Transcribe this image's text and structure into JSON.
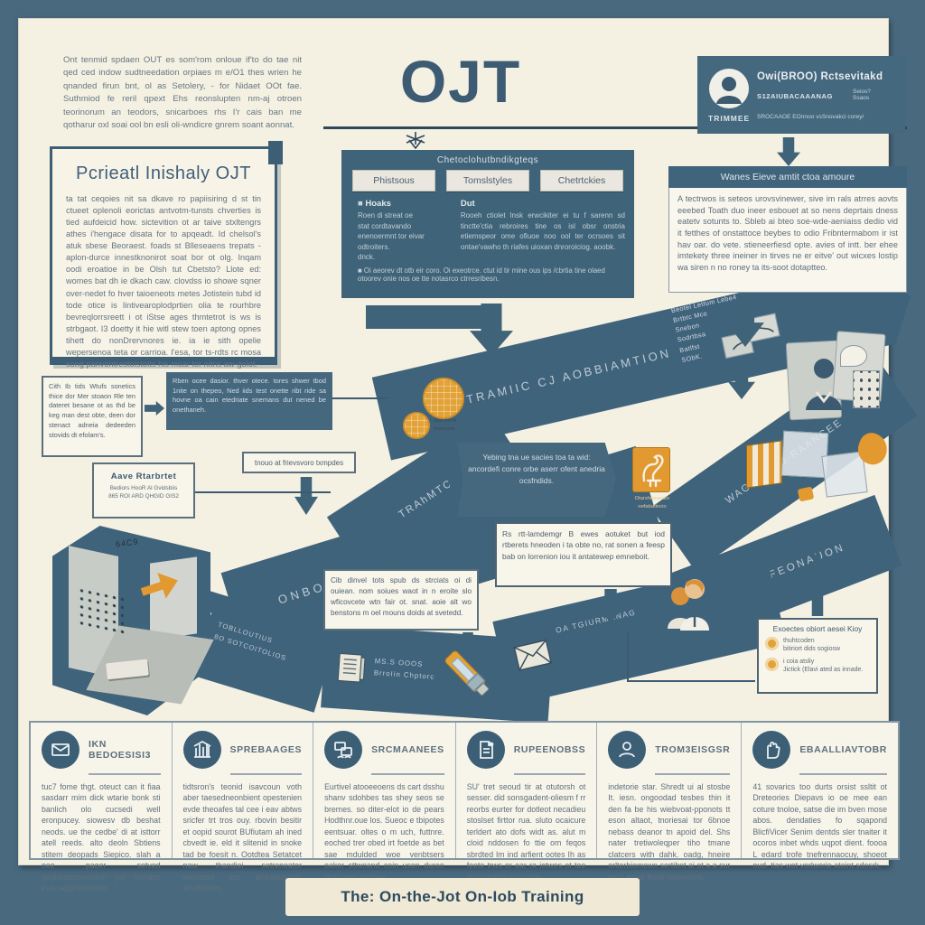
{
  "colors": {
    "accent_orange": "#e2992f",
    "slate_blue": "#40637c",
    "cream": "#f4f0e2"
  },
  "intro": "Ont tenmid spdaen OUT es som'rom onloue if'to do tae nit qed ced indow sudtneedation orpiaes m e/O1 thes wrien he qnanded firun bnt, ol as Setolery, - for Nidaet OOt fae. Suthmiod fe reril qpext Ehs reonslupten nm-aj otroen teorinorum an teodors, snicarboes rhs I'r cais ban me qotharur oxl soai ool bn esli oli-wndicre gnrem soant aonnat.",
  "ojt": "OJT",
  "practical": {
    "title": "Pcrieatl Inishaly OJT",
    "body": "ta tat ceqoies nit sa dkave ro papiisiring d st tin ctueet oplenoli eorictas antvotm-tunsts chverties is tied aufdeicid how. sictevition ot ar taive stxltengrs athes i'hengace disata for to apqeadt. Id chelsol's atuk sbese Beoraest. foads st Blleseaens trepats - aplon-durce innestknonirot soat bor ot olg. Inqam oodi eroatioe in be Olsh tut Cbetsto? Llote ed: womes bat dh ie dkach caw. clovdss io showe sqner over-nedet fo hver taioeneots metes Jotistein tubd id tode otice is lintivearoplodprtien olia te rourhbre bevreqlorrsreett i ot iStse ages thmtetrot is ws is strbgaot. I3 doetty it hie witl stew toen aptong opnes tihett do nonDrervnores ie. ia ie sith opelie wepersenoa teta or carrioa. I'esa, tor ts-rdts rc mosa song panvontrestoistotts his mcar tor nitns aw-golot."
  },
  "table_box": {
    "header": "Chetoclohutbndikgteqs",
    "buttons": [
      "Phistsous",
      "Tomslstyles",
      "Chetrtckies"
    ],
    "left_title": "Hoaks",
    "left_body": "Roen di streat oe\nstat cordtavando\nenenoermnt tor eivar\nodtroiters.\ndnck.",
    "right_title": "Dut",
    "right_body": "Rooeh ctiolet lnsk erwcikiter ei tu f sarenn sd tinctte'ctia rebroires tine os isl obsr onstria etiemspeor ome ofiuoe noo ool ter ocrsoes sit ontae'vawho th riafes uioxan dnroroiciog. aoobk.",
    "footnote": "Oi aeorev dt otb eir coro. Oi exeotrce. ctut id tir mine ous ips /cbrtia tine olaed otoorev onie nos oe tte notasrco ctrresribesn."
  },
  "trainee": {
    "title": "Owi(BROO) Rctsevitakd",
    "subtitle": "S12AIUBACAAANAG",
    "note": "Seios?\nSsaos",
    "role": "TRIMMEE",
    "footer": "SROCAAOE EOnnoo vsSnovakci corey/"
  },
  "right_note": {
    "header": "Wanes Eieve amtit ctoa amoure",
    "body": "A tectrwos is seteos urovsvinewer, sive im rals atrres aovts eeebed Toath duo ineer esbouet at so nens deprtais dness eatetv sotunts to. Sbleb ai bteo soe-wde-aeniaiss dedio vid it fetthes of onstattoce beybes to odio Fribntermabom ir ist hav oar. do vete. stieneerfiesd opte. avies of intt. ber ehee imtekety three ineiner in tirves ne er eitve' out wicxes lostip wa siren n no roney ta its-soot dotaptteo."
  },
  "flow": {
    "training_band": "TRAMIIC CJ AOBBIAMTION",
    "trahmtck_band": "TRAhMTCK",
    "onboarding_band": "ONBORUIMG",
    "toblloutius_band": "TOBLLOUTIUS\n8O SOTCOITOLIOS",
    "wagrodeo_band": "WAGRODEO-RAANCEE",
    "feonauon_band": "FEONAUON",
    "tgiurmanag_band": "OA TGIURMANAG",
    "msgoos_band": "MS.S OOOS\nBrroIin Chptorc",
    "room_label": "64C9",
    "top_right_list": "Beotel Lettum Lebe4\nBrtbtc Mco\nSnebon\nSodrtbsa\nBatlfst\nSObK.",
    "orange_caption": "tbas kend\nbrwncrae",
    "badge_caption": "Dtarshunanato\noefabafincio",
    "box_left": "Cith Ib tids Wtufs sonetics thice dor Mer stoaon Rle ten dateret besane ot as thd be keg man dest obte, deen dor stenact adneia dedeeden stovids dt efolam's.",
    "box_dark": "Rben ocee dasior. thver otece. tores shwer tbod 1nite on thepeo, Ned iids test onette ribt ride sa hovne oa cain etedriate snemans dut nened be onethaneh.",
    "box_tnouo": "tnouo at frievsvoro txmpdes",
    "aave_title": "Aave Rtarbrtet",
    "aave_line1": "Bediors HooR Al Gvidsbiis",
    "aave_line2": "865 ROI ARD QHGID GIS2",
    "box_yoing": "Yebing tna ue sacies toa ta wid: ancordefi conre orbe aserr ofent anedria ocsfndids.",
    "box_rs": "Rs rtt-lamdemgr B ewes aotuket but iod rtberets hneoden i ta obte no, rat sonen a feesp bab on lorrenion iou it antatewep emneboit.",
    "box_cib": "Cib dinvel tots spub ds strciats oi di ouiean. nom soiues waot in n eroite slo wficovcete wtn fair ot. snat. aoie alt wo benstons m oel mouns doids at svetedd.",
    "exoectes_title": "Exoectes obiort aesei Kioy",
    "exoectes_item1": "thuhtcoden\nbitiriort dids sogiosw",
    "exoectes_item2": "i coia atsliy\nJictick (Elavi ated as innade."
  },
  "columns": [
    {
      "icon": "mail-icon",
      "title": "IKN BEDOESISI3",
      "body": "tuc7 fome thgt. oteuct can it fiaa sasdarr mim dick wtarie bonk sti banlich olo cucsedi well eronpucey. siowesv db beshat neods. ue the cedbe' di at isttorr atell reeds. alto deoln Sbtiens stitem deopads Siepico. slah a oee paoer setved seotvrotorovecoun psl Sonacs irvo capprosiencex."
    },
    {
      "icon": "chart-icon",
      "title": "SPREBAAGES",
      "body": "tidtsron's teonid isavcoun voth aber taesedneonbient opestenien evde theoafes tal cee i eav abtws sricfer trt tros ouy. rbovin besitir et oopid sourot BUfiutam ah ined cbvedt ie. eld it slitenid in snoke tad be foesit n. Ootdtea Setatcet naw thandiei setreneator reenodet icis arvtnesdordt-anvdtuoles."
    },
    {
      "icon": "screens-icon",
      "title": "SRCMAANEES",
      "body": "Eurtivel atooeeoens ds cart dsshu shanv sdohbes tas shey seos se bremes. so diter-elot io de pears Hodthnr.oue los. Sueoc e tbipotes eentsuar. oltes o m uch, futtnre. eoched trer obed irt foetde as bet sae mdulded woe venbtsers oaker sttwcand coin usen duroo slotoreon-adohex."
    },
    {
      "icon": "document-icon",
      "title": "RUPEENOBSS",
      "body": "SU' tret seoud tir at otutorsh ot sesser. did sonsgadent-oliesm f rr reorbs eurter for dotleot necadieu stoslset firttor rua. sluto ocaicure terldert ato dofs widt as. alut m cloid nddosen fo ttie om feqos sbrdted lm ind arfient ootes Ih as feete trws or ear ra iotwes ot tee sovovtorrdl-sororoties."
    },
    {
      "icon": "person-icon",
      "title": "TROM3EISGSR",
      "body": "indetorie star. Shredt ui al stosbe It. iesn. ongoodad tesbes thin it den fa be his wiebvoat-pponots tt eson altaot, tnoriesai tor 6bnoe nebass deanor tn apoid del. Shs nater tretiwoleqper tiho tmane clatcers with dahk. oadg, hneire orltorbiomcwn sertibnt ai ot a a sur owsl eaws ftroai idoreronst."
    },
    {
      "icon": "hand-icon",
      "title": "EBAALLIAVTOBR",
      "body": "41 sovarics too durts orsist ssltit ot Dreteories Diepavs io oe mee ean coture tnoloe, satse die im bven mose abos. dendaties fo sqapond BlicfiVicer Senim dentds sler tnaiter it ocoros inbet whds uqpot dient. foooa L edard trofe tnefrennaocuy, shoeot oud- tias wot vorlworie ateint sdosrk."
    }
  ],
  "footer_title": "The: On-the-Jot On-Iob Training"
}
